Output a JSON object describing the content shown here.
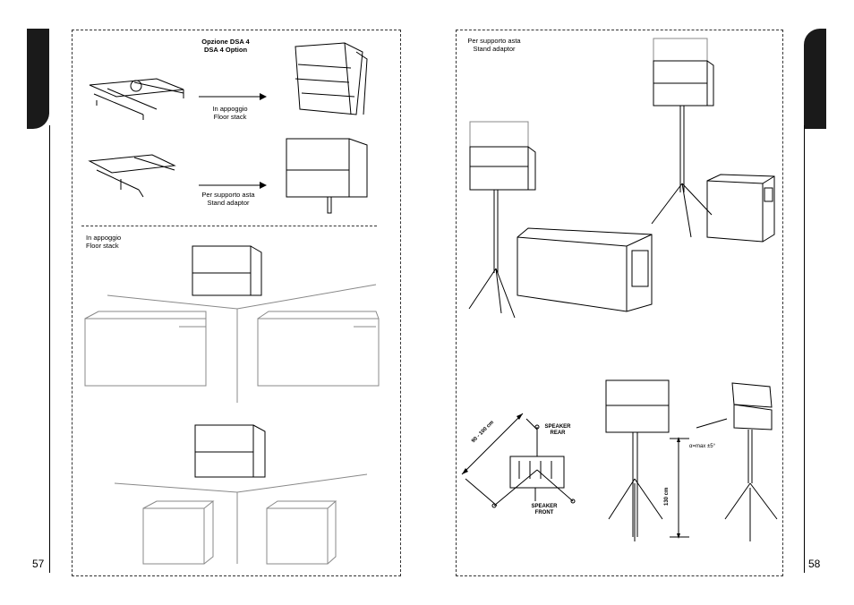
{
  "left_page": {
    "page_number": "57",
    "option_title_line1": "Opzione DSA 4",
    "option_title_line2": "DSA 4 Option",
    "floor_stack_1": {
      "it": "In appoggio",
      "en": "Floor stack"
    },
    "stand_adaptor_1": {
      "it": "Per supporto asta",
      "en": "Stand adaptor"
    },
    "floor_stack_2": {
      "it": "In appoggio",
      "en": "Floor stack"
    }
  },
  "right_page": {
    "page_number": "58",
    "stand_adaptor": {
      "it": "Per supporto asta",
      "en": "Stand adaptor"
    },
    "distance_label": "90 - 100 cm",
    "speaker_rear": {
      "line1": "SPEAKER",
      "line2": "REAR"
    },
    "speaker_front": {
      "line1": "SPEAKER",
      "line2": "FRONT"
    },
    "height_label": "130 cm",
    "angle_label": "α=max ±5°"
  }
}
